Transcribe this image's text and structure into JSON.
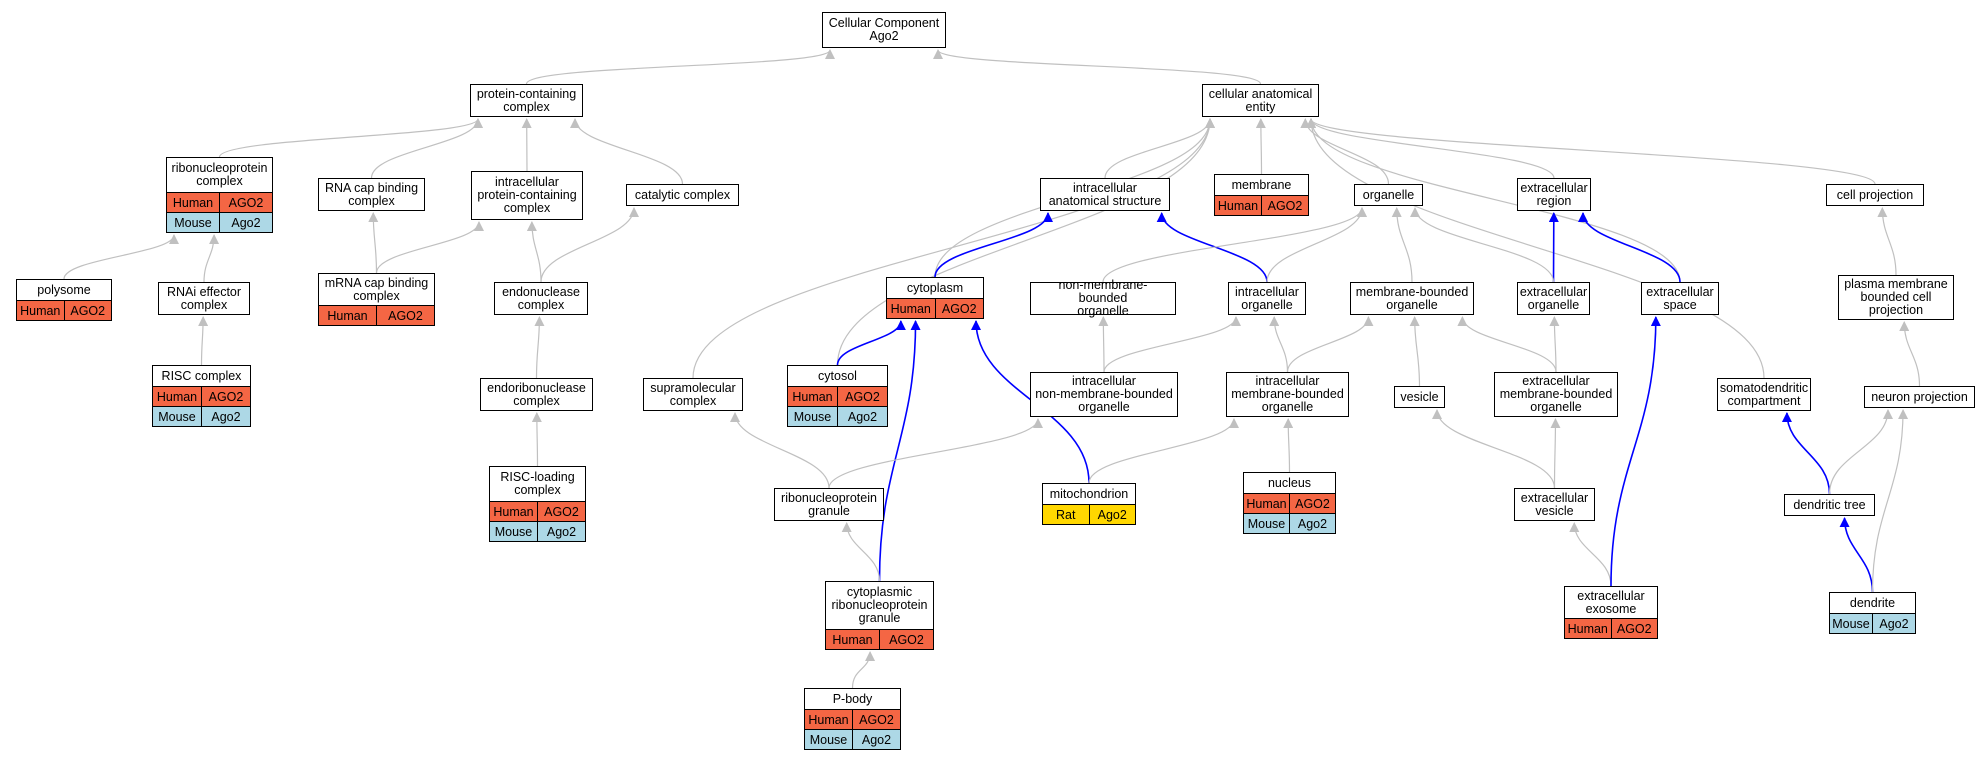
{
  "nodes": {
    "cc": {
      "label": "Cellular Component\nAgo2",
      "annotations": []
    },
    "pcc": {
      "label": "protein-containing\ncomplex",
      "annotations": []
    },
    "cae": {
      "label": "cellular anatomical\nentity",
      "annotations": []
    },
    "rnp": {
      "label": "ribonucleoprotein\ncomplex",
      "annotations": [
        {
          "species": "Human",
          "gene": "AGO2"
        },
        {
          "species": "Mouse",
          "gene": "Ago2"
        }
      ]
    },
    "rcb": {
      "label": "RNA cap binding\ncomplex",
      "annotations": []
    },
    "ipcc": {
      "label": "intracellular\nprotein-containing\ncomplex",
      "annotations": []
    },
    "cat": {
      "label": "catalytic complex",
      "annotations": []
    },
    "ias": {
      "label": "intracellular\nanatomical structure",
      "annotations": []
    },
    "mem": {
      "label": "membrane",
      "annotations": [
        {
          "species": "Human",
          "gene": "AGO2"
        }
      ]
    },
    "org": {
      "label": "organelle",
      "annotations": []
    },
    "exr": {
      "label": "extracellular\nregion",
      "annotations": []
    },
    "cp": {
      "label": "cell projection",
      "annotations": []
    },
    "poly": {
      "label": "polysome",
      "annotations": [
        {
          "species": "Human",
          "gene": "AGO2"
        }
      ]
    },
    "rnai": {
      "label": "RNAi effector\ncomplex",
      "annotations": []
    },
    "mcb": {
      "label": "mRNA cap binding\ncomplex",
      "annotations": [
        {
          "species": "Human",
          "gene": "AGO2"
        }
      ]
    },
    "endo": {
      "label": "endonuclease\ncomplex",
      "annotations": []
    },
    "cyto": {
      "label": "cytoplasm",
      "annotations": [
        {
          "species": "Human",
          "gene": "AGO2"
        }
      ]
    },
    "nmbo": {
      "label": "non-membrane-bounded\norganelle",
      "annotations": []
    },
    "io": {
      "label": "intracellular\norganelle",
      "annotations": []
    },
    "mbo": {
      "label": "membrane-bounded\norganelle",
      "annotations": []
    },
    "exo": {
      "label": "extracellular\norganelle",
      "annotations": []
    },
    "exs": {
      "label": "extracellular\nspace",
      "annotations": []
    },
    "pmbcp": {
      "label": "plasma membrane\nbounded cell\nprojection",
      "annotations": []
    },
    "risc": {
      "label": "RISC complex",
      "annotations": [
        {
          "species": "Human",
          "gene": "AGO2"
        },
        {
          "species": "Mouse",
          "gene": "Ago2"
        }
      ]
    },
    "endor": {
      "label": "endoribonuclease\ncomplex",
      "annotations": []
    },
    "supra": {
      "label": "supramolecular\ncomplex",
      "annotations": []
    },
    "cytosol": {
      "label": "cytosol",
      "annotations": [
        {
          "species": "Human",
          "gene": "AGO2"
        },
        {
          "species": "Mouse",
          "gene": "Ago2"
        }
      ]
    },
    "inmbo": {
      "label": "intracellular\nnon-membrane-bounded\norganelle",
      "annotations": []
    },
    "imbo": {
      "label": "intracellular\nmembrane-bounded\norganelle",
      "annotations": []
    },
    "ves": {
      "label": "vesicle",
      "annotations": []
    },
    "exmbo": {
      "label": "extracellular\nmembrane-bounded\norganelle",
      "annotations": []
    },
    "sdc": {
      "label": "somatodendritic\ncompartment",
      "annotations": []
    },
    "np": {
      "label": "neuron projection",
      "annotations": []
    },
    "rlc": {
      "label": "RISC-loading\ncomplex",
      "annotations": [
        {
          "species": "Human",
          "gene": "AGO2"
        },
        {
          "species": "Mouse",
          "gene": "Ago2"
        }
      ]
    },
    "rnpg": {
      "label": "ribonucleoprotein\ngranule",
      "annotations": []
    },
    "mito": {
      "label": "mitochondrion",
      "annotations": [
        {
          "species": "Rat",
          "gene": "Ago2"
        }
      ]
    },
    "nuc": {
      "label": "nucleus",
      "annotations": [
        {
          "species": "Human",
          "gene": "AGO2"
        },
        {
          "species": "Mouse",
          "gene": "Ago2"
        }
      ]
    },
    "exv": {
      "label": "extracellular\nvesicle",
      "annotations": []
    },
    "dt": {
      "label": "dendritic tree",
      "annotations": []
    },
    "crnpg": {
      "label": "cytoplasmic\nribonucleoprotein\ngranule",
      "annotations": [
        {
          "species": "Human",
          "gene": "AGO2"
        }
      ]
    },
    "exos": {
      "label": "extracellular\nexosome",
      "annotations": [
        {
          "species": "Human",
          "gene": "AGO2"
        }
      ]
    },
    "den": {
      "label": "dendrite",
      "annotations": [
        {
          "species": "Mouse",
          "gene": "Ago2"
        }
      ]
    },
    "pb": {
      "label": "P-body",
      "annotations": [
        {
          "species": "Human",
          "gene": "AGO2"
        },
        {
          "species": "Mouse",
          "gene": "Ago2"
        }
      ]
    }
  },
  "edges": [
    {
      "from": "pcc",
      "to": "cc",
      "style": "gray"
    },
    {
      "from": "cae",
      "to": "cc",
      "style": "gray"
    },
    {
      "from": "rnp",
      "to": "pcc",
      "style": "gray"
    },
    {
      "from": "rcb",
      "to": "pcc",
      "style": "gray"
    },
    {
      "from": "ipcc",
      "to": "pcc",
      "style": "gray"
    },
    {
      "from": "cat",
      "to": "pcc",
      "style": "gray"
    },
    {
      "from": "poly",
      "to": "rnp",
      "style": "gray"
    },
    {
      "from": "rnai",
      "to": "rnp",
      "style": "gray"
    },
    {
      "from": "risc",
      "to": "rnai",
      "style": "gray"
    },
    {
      "from": "mcb",
      "to": "rcb",
      "style": "gray"
    },
    {
      "from": "mcb",
      "to": "ipcc",
      "style": "gray"
    },
    {
      "from": "endo",
      "to": "ipcc",
      "style": "gray"
    },
    {
      "from": "endo",
      "to": "cat",
      "style": "gray"
    },
    {
      "from": "endor",
      "to": "endo",
      "style": "gray"
    },
    {
      "from": "rlc",
      "to": "endor",
      "style": "gray"
    },
    {
      "from": "ias",
      "to": "cae",
      "style": "gray"
    },
    {
      "from": "mem",
      "to": "cae",
      "style": "gray"
    },
    {
      "from": "org",
      "to": "cae",
      "style": "gray"
    },
    {
      "from": "exr",
      "to": "cae",
      "style": "gray"
    },
    {
      "from": "cp",
      "to": "cae",
      "style": "gray"
    },
    {
      "from": "cyto",
      "to": "cae",
      "style": "gray"
    },
    {
      "from": "cytosol",
      "to": "cae",
      "style": "gray"
    },
    {
      "from": "supra",
      "to": "cae",
      "style": "gray"
    },
    {
      "from": "exs",
      "to": "cae",
      "style": "gray"
    },
    {
      "from": "sdc",
      "to": "cae",
      "style": "gray"
    },
    {
      "from": "cyto",
      "to": "ias",
      "style": "blue"
    },
    {
      "from": "io",
      "to": "ias",
      "style": "blue"
    },
    {
      "from": "exo",
      "to": "exr",
      "style": "blue"
    },
    {
      "from": "exs",
      "to": "exr",
      "style": "blue"
    },
    {
      "from": "nmbo",
      "to": "org",
      "style": "gray"
    },
    {
      "from": "io",
      "to": "org",
      "style": "gray"
    },
    {
      "from": "mbo",
      "to": "org",
      "style": "gray"
    },
    {
      "from": "exo",
      "to": "org",
      "style": "gray"
    },
    {
      "from": "cytosol",
      "to": "cyto",
      "style": "blue"
    },
    {
      "from": "crnpg",
      "to": "cyto",
      "style": "blue"
    },
    {
      "from": "mito",
      "to": "cyto",
      "style": "blue"
    },
    {
      "from": "inmbo",
      "to": "nmbo",
      "style": "gray"
    },
    {
      "from": "inmbo",
      "to": "io",
      "style": "gray"
    },
    {
      "from": "imbo",
      "to": "io",
      "style": "gray"
    },
    {
      "from": "imbo",
      "to": "mbo",
      "style": "gray"
    },
    {
      "from": "ves",
      "to": "mbo",
      "style": "gray"
    },
    {
      "from": "exmbo",
      "to": "mbo",
      "style": "gray"
    },
    {
      "from": "exmbo",
      "to": "exo",
      "style": "gray"
    },
    {
      "from": "exv",
      "to": "exmbo",
      "style": "gray"
    },
    {
      "from": "exv",
      "to": "ves",
      "style": "gray"
    },
    {
      "from": "exos",
      "to": "exv",
      "style": "gray"
    },
    {
      "from": "exos",
      "to": "exs",
      "style": "blue"
    },
    {
      "from": "rnpg",
      "to": "supra",
      "style": "gray"
    },
    {
      "from": "rnpg",
      "to": "inmbo",
      "style": "gray"
    },
    {
      "from": "crnpg",
      "to": "rnpg",
      "style": "gray"
    },
    {
      "from": "pb",
      "to": "crnpg",
      "style": "gray"
    },
    {
      "from": "mito",
      "to": "imbo",
      "style": "gray"
    },
    {
      "from": "nuc",
      "to": "imbo",
      "style": "gray"
    },
    {
      "from": "pmbcp",
      "to": "cp",
      "style": "gray"
    },
    {
      "from": "np",
      "to": "pmbcp",
      "style": "gray"
    },
    {
      "from": "dt",
      "to": "sdc",
      "style": "blue"
    },
    {
      "from": "dt",
      "to": "np",
      "style": "gray"
    },
    {
      "from": "den",
      "to": "dt",
      "style": "blue"
    },
    {
      "from": "den",
      "to": "np",
      "style": "gray"
    }
  ],
  "colors": {
    "Human": "#f46644",
    "Mouse": "#add8e6",
    "Rat": "#ffd700",
    "edge_gray": "#c0c0c0",
    "edge_blue": "#0000ff"
  }
}
